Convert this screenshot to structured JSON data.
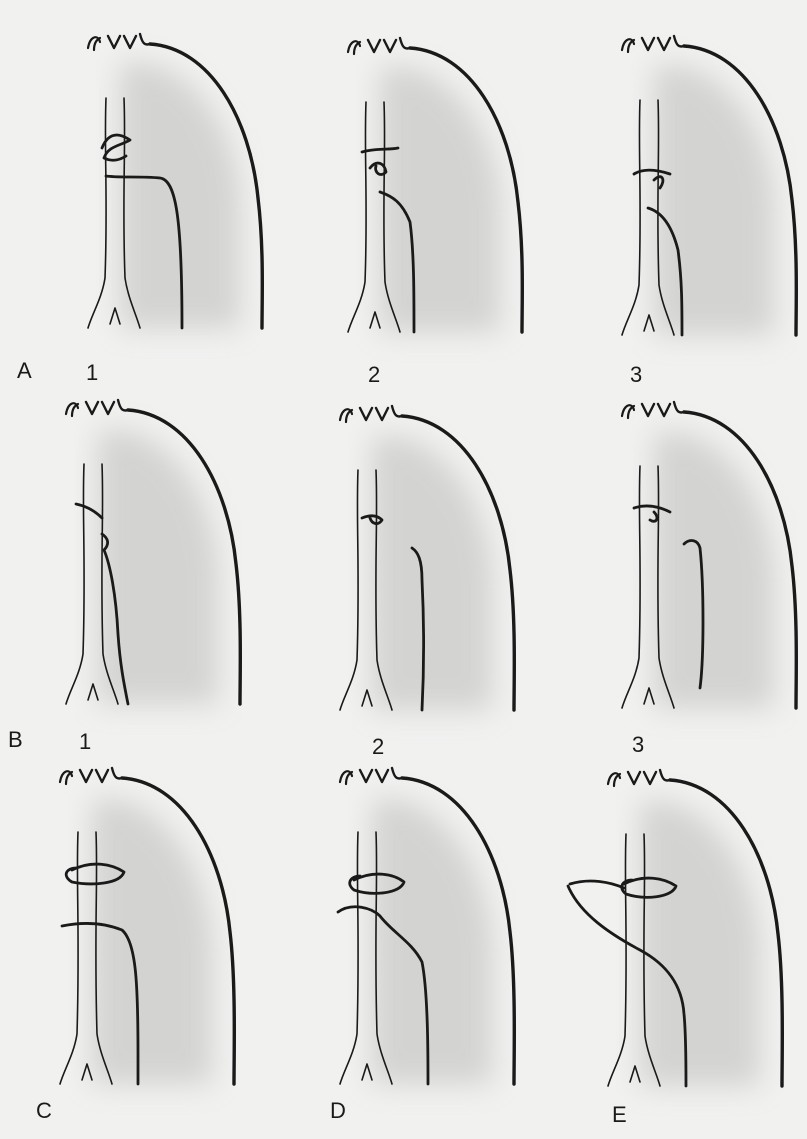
{
  "labels": {
    "row_a": "A",
    "a1": "1",
    "a2": "2",
    "a3": "3",
    "row_b": "B",
    "b1": "1",
    "b2": "2",
    "b3": "3",
    "c": "C",
    "d": "D",
    "e": "E"
  },
  "colors": {
    "paper": "#f1f1f0",
    "ink": "#1a1a1a",
    "shadow": "#c9c9c7"
  }
}
